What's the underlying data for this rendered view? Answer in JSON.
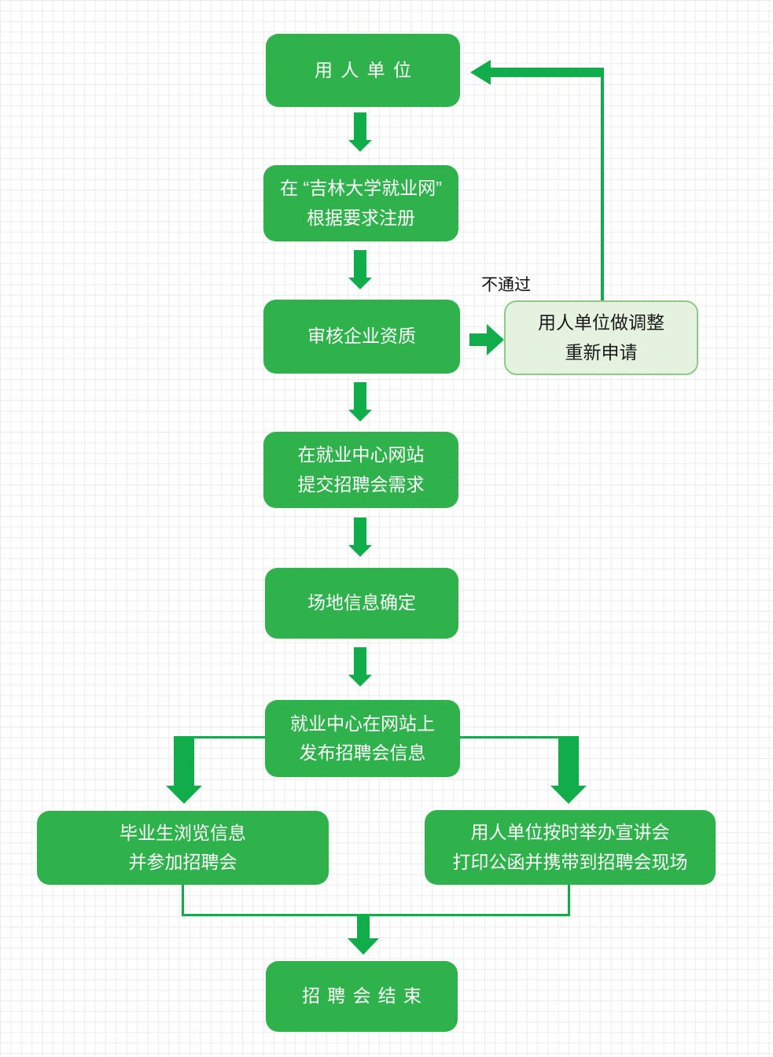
{
  "colors": {
    "background": "#ffffff",
    "grid_line": "#ececec",
    "node_fill": "#2fb24c",
    "node_text": "#ffffff",
    "arrow_green": "#12ad4b",
    "alt_fill": "#e4f2df",
    "alt_border": "#8ccb86",
    "alt_text": "#1b1b1b",
    "edge_label_text": "#111111"
  },
  "nodes": {
    "employer": {
      "lines": [
        "用人单位"
      ]
    },
    "register": {
      "lines": [
        "在 “吉林大学就业网”",
        "根据要求注册"
      ]
    },
    "review": {
      "lines": [
        "审核企业资质"
      ]
    },
    "adjust": {
      "lines": [
        "用人单位做调整",
        "重新申请"
      ]
    },
    "submit": {
      "lines": [
        "在就业中心网站",
        "提交招聘会需求"
      ]
    },
    "venue": {
      "lines": [
        "场地信息确定"
      ]
    },
    "publish": {
      "lines": [
        "就业中心在网站上",
        "发布招聘会信息"
      ]
    },
    "graduates": {
      "lines": [
        "毕业生浏览信息",
        "并参加招聘会"
      ]
    },
    "employer_fair": {
      "lines": [
        "用人单位按时举办宣讲会",
        "打印公函并携带到招聘会现场"
      ]
    },
    "end": {
      "lines": [
        "招聘会结束"
      ]
    }
  },
  "edge_labels": {
    "reject": "不通过"
  },
  "edges": [
    {
      "from": "employer",
      "to": "register"
    },
    {
      "from": "register",
      "to": "review"
    },
    {
      "from": "review",
      "to": "adjust",
      "label": "不通过"
    },
    {
      "from": "adjust",
      "to": "employer"
    },
    {
      "from": "review",
      "to": "submit"
    },
    {
      "from": "submit",
      "to": "venue"
    },
    {
      "from": "venue",
      "to": "publish"
    },
    {
      "from": "publish",
      "to": "graduates"
    },
    {
      "from": "publish",
      "to": "employer_fair"
    },
    {
      "from": "graduates",
      "to": "end"
    },
    {
      "from": "employer_fair",
      "to": "end"
    }
  ]
}
